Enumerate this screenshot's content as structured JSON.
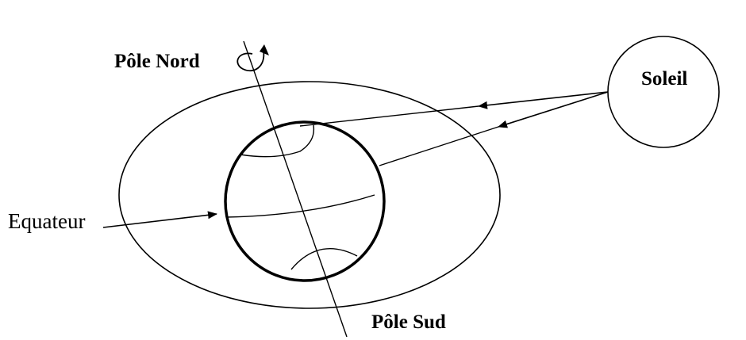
{
  "diagram": {
    "labels": {
      "north_pole": "Pôle Nord",
      "south_pole": "Pôle Sud",
      "sun": "Soleil",
      "equator": "Equateur"
    },
    "colors": {
      "stroke": "#000000",
      "background": "#ffffff"
    }
  }
}
